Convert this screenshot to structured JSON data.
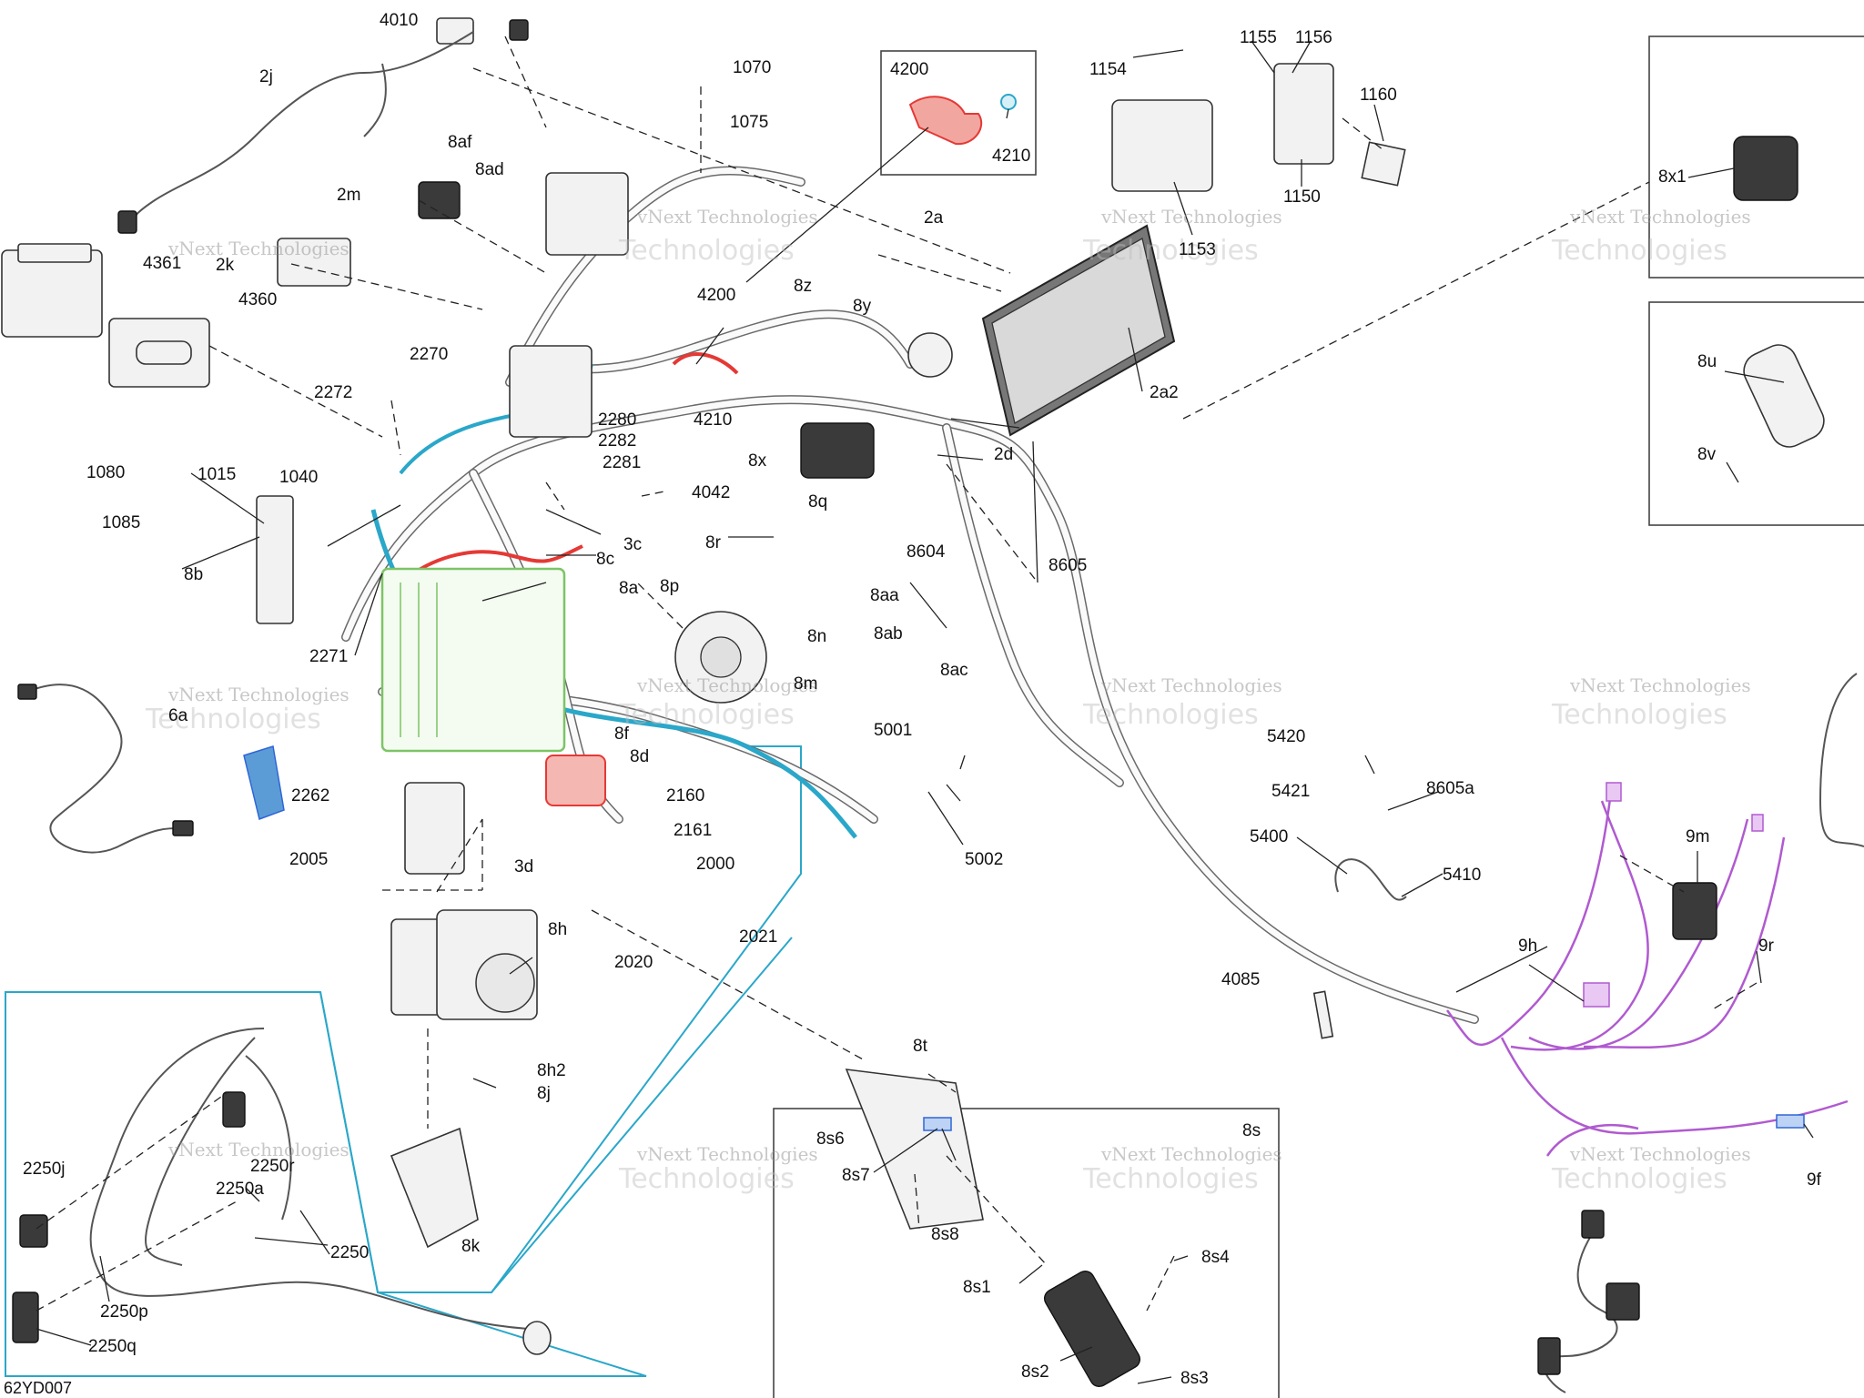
{
  "diagram": {
    "code": "62YD007",
    "watermark_line1": "vNext Technologies",
    "watermark_line2": "Technologies",
    "colors": {
      "red": "#e53935",
      "green": "#7cc466",
      "cyan": "#2aa7c9",
      "blue": "#2f66d6",
      "magenta": "#b05ad0"
    },
    "labels": {
      "l4010": "4010",
      "l2j": "2j",
      "l1070": "1070",
      "l1075": "1075",
      "l4200a": "4200",
      "l4210a": "4210",
      "l1155": "1155",
      "l1156": "1156",
      "l1154": "1154",
      "l1160": "1160",
      "l1150": "1150",
      "l1153": "1153",
      "l8af": "8af",
      "l8ad": "8ad",
      "l2m": "2m",
      "l2k": "2k",
      "l4361": "4361",
      "l4360": "4360",
      "l2a": "2a",
      "l4200b": "4200",
      "l8z": "8z",
      "l8y": "8y",
      "l2a2": "2a2",
      "l8x1": "8x1",
      "l8u": "8u",
      "l8v": "8v",
      "l2270": "2270",
      "l2272": "2272",
      "l2280": "2280",
      "l2282": "2282",
      "l2281": "2281",
      "l4210b": "4210",
      "l1080": "1080",
      "l1015": "1015",
      "l1040": "1040",
      "l1085": "1085",
      "l8x": "8x",
      "l2d": "2d",
      "l4042": "4042",
      "l3c": "3c",
      "l8q": "8q",
      "l8r": "8r",
      "l8c": "8c",
      "l8604": "8604",
      "l8605": "8605",
      "l8b": "8b",
      "l8a": "8a",
      "l8p": "8p",
      "l8aa": "8aa",
      "l8n": "8n",
      "l8ab": "8ab",
      "l2271": "2271",
      "l8m": "8m",
      "l8ac": "8ac",
      "l6a": "6a",
      "l8f": "8f",
      "l8d": "8d",
      "l5001": "5001",
      "l5420": "5420",
      "l5421": "5421",
      "l8605a": "8605a",
      "l2262": "2262",
      "l2160": "2160",
      "l2161": "2161",
      "l2005": "2005",
      "l3d": "3d",
      "l2000": "2000",
      "l5002": "5002",
      "l5400": "5400",
      "l5410": "5410",
      "l9m": "9m",
      "l8h": "8h",
      "l2021": "2021",
      "l2020": "2020",
      "l4085": "4085",
      "l9h": "9h",
      "l9r": "9r",
      "l8t": "8t",
      "l8h2": "8h2",
      "l8j": "8j",
      "l8s": "8s",
      "l8s6": "8s6",
      "l8s7": "8s7",
      "l9f": "9f",
      "l2250j": "2250j",
      "l2250r": "2250r",
      "l2250a": "2250a",
      "l8k": "8k",
      "l8s8": "8s8",
      "l2250": "2250",
      "l8s4": "8s4",
      "l8s1": "8s1",
      "l2250p": "2250p",
      "l2250q": "2250q",
      "l8s2": "8s2",
      "l8s3": "8s3"
    }
  }
}
